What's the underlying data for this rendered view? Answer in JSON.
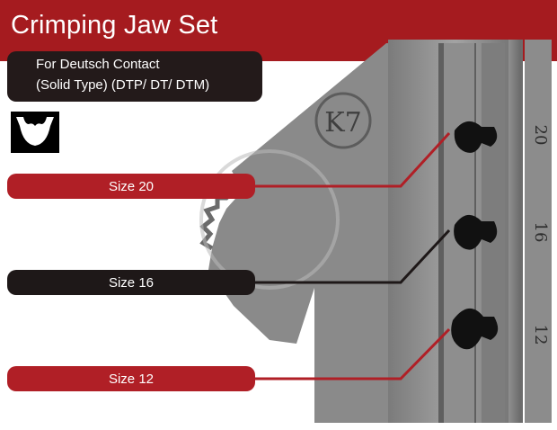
{
  "header": {
    "title": "Crimping Jaw Set",
    "subtitle_line1": "For Deutsch Contact",
    "subtitle_line2": "(Solid Type) (DTP/ DT/ DTM)"
  },
  "die": {
    "model_mark": "K7",
    "cavity_marks": [
      "20",
      "16",
      "12"
    ]
  },
  "callouts": [
    {
      "label": "Size 20",
      "color": "#b01f26"
    },
    {
      "label": "Size 16",
      "color": "#1e1818"
    },
    {
      "label": "Size 12",
      "color": "#b01f26"
    }
  ],
  "icons": [
    "crimp-profile-icon"
  ],
  "colors": {
    "brand_red": "#a51b1f",
    "dark": "#231a1a",
    "metal": "#8c8c8c"
  }
}
